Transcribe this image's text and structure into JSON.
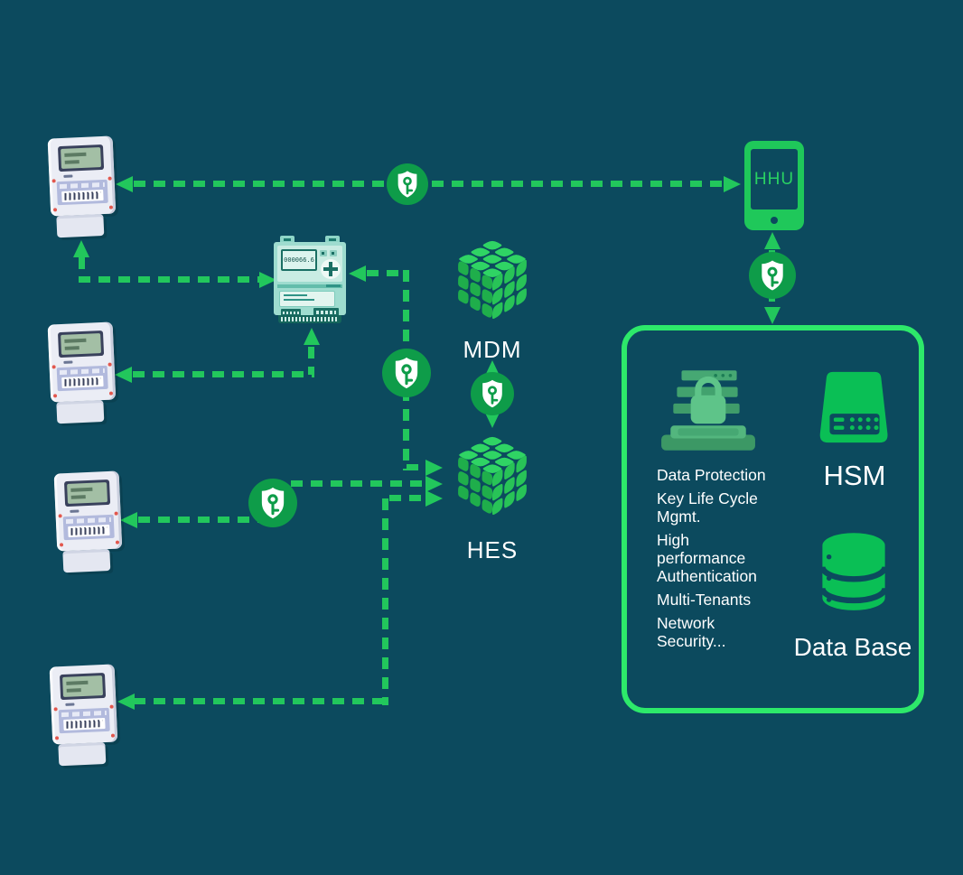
{
  "diagram": {
    "colors": {
      "background": "#0c4a5e",
      "line_green": "#22c75c",
      "panel_border_green": "#2de96a",
      "icon_green": "#0abf55",
      "shield_green": "#0e9c49"
    },
    "mdm": {
      "label": "MDM"
    },
    "hes": {
      "label": "HES"
    },
    "hhu": {
      "label": "HHU"
    },
    "concentrator": {
      "display": "000066.6"
    },
    "panel": {
      "hsm_label": "HSM",
      "database_label": "Data Base",
      "features": [
        "Data Protection",
        "Key Life Cycle Mgmt.",
        "High performance Authentication",
        "Multi-Tenants",
        "Network Security..."
      ]
    }
  }
}
